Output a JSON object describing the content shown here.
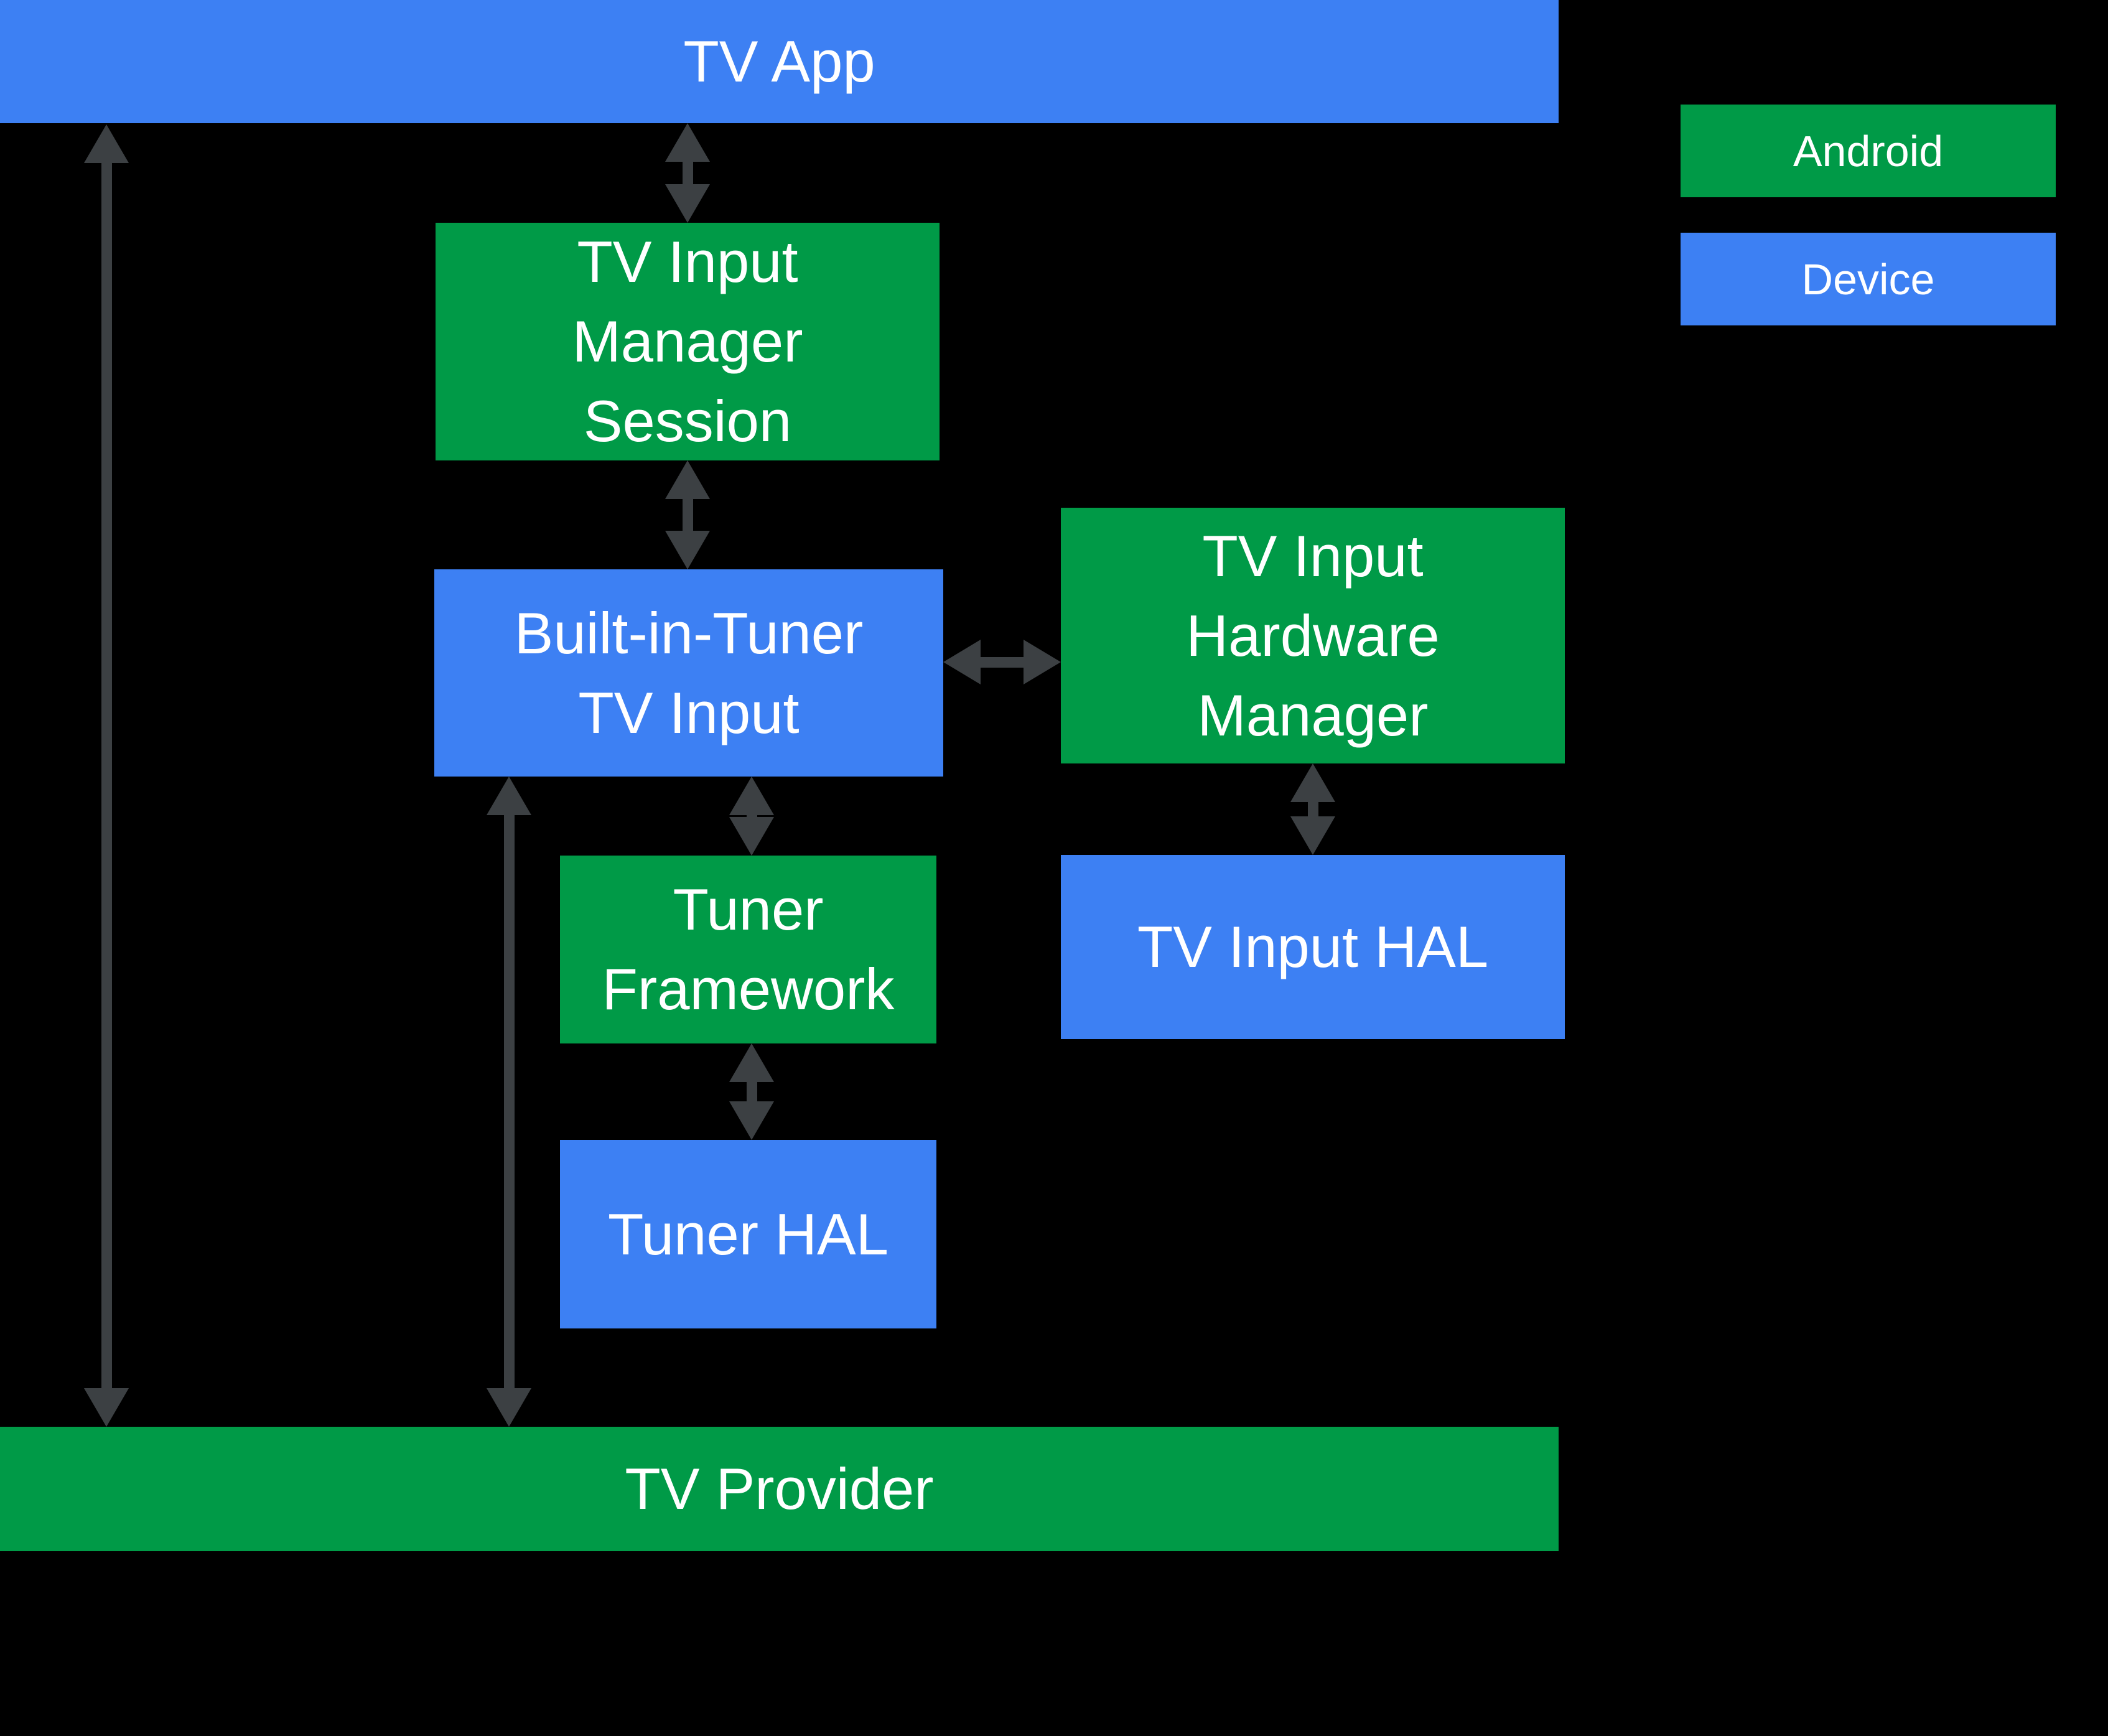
{
  "diagram": {
    "type": "architecture-block-diagram",
    "subject": "Android TV tuner input architecture",
    "nodes": {
      "tv_app": {
        "label": "TV App",
        "layer": "device",
        "lines": [
          "TV App"
        ]
      },
      "tv_input_manager_session": {
        "label": "TV Input Manager Session",
        "layer": "android",
        "lines": [
          "TV Input",
          "Manager",
          "Session"
        ]
      },
      "built_in_tuner_tv_input": {
        "label": "Built-in-Tuner TV Input",
        "layer": "device",
        "lines": [
          "Built-in-Tuner",
          "TV Input"
        ]
      },
      "tv_input_hardware_manager": {
        "label": "TV Input Hardware Manager",
        "layer": "android",
        "lines": [
          "TV Input",
          "Hardware",
          "Manager"
        ]
      },
      "tuner_framework": {
        "label": "Tuner Framework",
        "layer": "android",
        "lines": [
          "Tuner",
          "Framework"
        ]
      },
      "tv_input_hal": {
        "label": "TV Input HAL",
        "layer": "device",
        "lines": [
          "TV Input HAL"
        ]
      },
      "tuner_hal": {
        "label": "Tuner HAL",
        "layer": "device",
        "lines": [
          "Tuner HAL"
        ]
      },
      "tv_provider": {
        "label": "TV Provider",
        "layer": "android",
        "lines": [
          "TV Provider"
        ]
      }
    },
    "legend": {
      "items": [
        {
          "label": "Android",
          "color_key": "android_green"
        },
        {
          "label": "Device",
          "color_key": "device_blue"
        }
      ]
    },
    "connections": [
      {
        "from": "TV App",
        "to": "TV Provider",
        "bidirectional": true
      },
      {
        "from": "TV App",
        "to": "TV Input Manager Session",
        "bidirectional": true
      },
      {
        "from": "TV Input Manager Session",
        "to": "Built-in-Tuner TV Input",
        "bidirectional": true
      },
      {
        "from": "Built-in-Tuner TV Input",
        "to": "TV Input Hardware Manager",
        "bidirectional": true
      },
      {
        "from": "Built-in-Tuner TV Input",
        "to": "Tuner Framework",
        "bidirectional": true
      },
      {
        "from": "Built-in-Tuner TV Input",
        "to": "TV Provider",
        "bidirectional": true
      },
      {
        "from": "TV Input Hardware Manager",
        "to": "TV Input HAL",
        "bidirectional": true
      },
      {
        "from": "Tuner Framework",
        "to": "Tuner HAL",
        "bidirectional": true
      }
    ],
    "colors": {
      "android_green": "#009A47",
      "device_blue": "#3D80F3",
      "arrow_gray": "#3C4043",
      "background": "#000000",
      "text": "#FFFFFF"
    }
  }
}
